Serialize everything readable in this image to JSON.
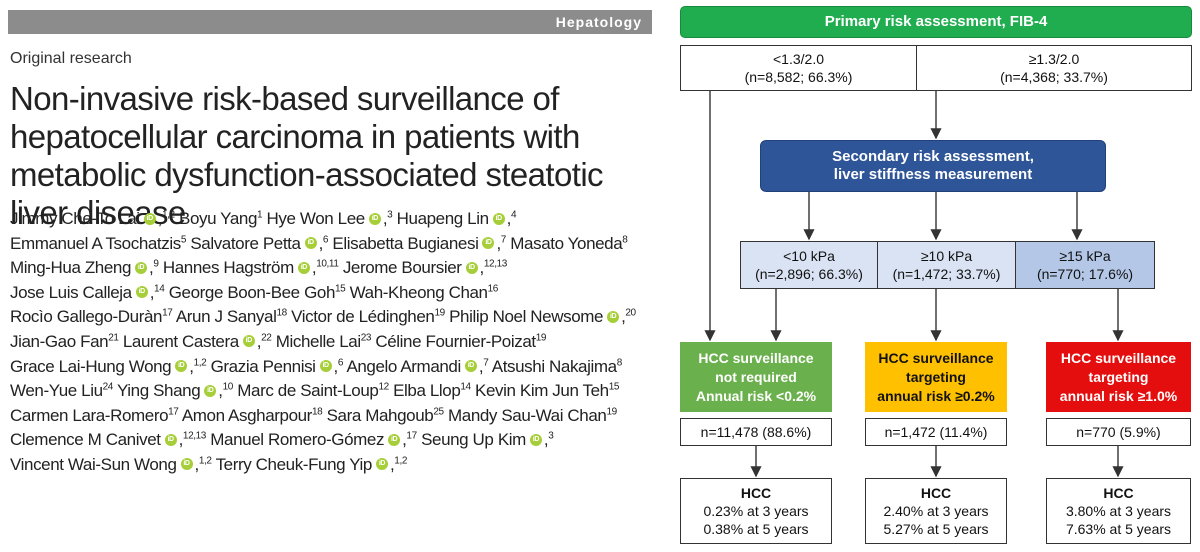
{
  "article": {
    "journal": "Hepatology",
    "type": "Original research",
    "title": "Non-invasive risk-based surveillance of hepatocellular carcinoma in patients with metabolic dysfunction-associated steatotic liver disease",
    "orcid_glyph": "iD",
    "authors": [
      {
        "name": "Jimmy Che-To Lai",
        "orcid": true,
        "aff": "1,2"
      },
      {
        "name": "Boyu Yang",
        "orcid": false,
        "aff": "1"
      },
      {
        "name": "Hye Won Lee",
        "orcid": true,
        "aff": "3"
      },
      {
        "name": "Huapeng Lin",
        "orcid": true,
        "aff": "4"
      },
      {
        "name": "Emmanuel A Tsochatzis",
        "orcid": false,
        "aff": "5"
      },
      {
        "name": "Salvatore Petta",
        "orcid": true,
        "aff": "6"
      },
      {
        "name": "Elisabetta Bugianesi",
        "orcid": true,
        "aff": "7"
      },
      {
        "name": "Masato Yoneda",
        "orcid": false,
        "aff": "8"
      },
      {
        "name": "Ming-Hua Zheng",
        "orcid": true,
        "aff": "9"
      },
      {
        "name": "Hannes Hagström",
        "orcid": true,
        "aff": "10,11"
      },
      {
        "name": "Jerome Boursier",
        "orcid": true,
        "aff": "12,13"
      },
      {
        "name": "Jose Luis Calleja",
        "orcid": true,
        "aff": "14"
      },
      {
        "name": "George Boon-Bee Goh",
        "orcid": false,
        "aff": "15"
      },
      {
        "name": "Wah-Kheong Chan",
        "orcid": false,
        "aff": "16"
      },
      {
        "name": "Rocìo Gallego-Duràn",
        "orcid": false,
        "aff": "17"
      },
      {
        "name": "Arun J Sanyal",
        "orcid": false,
        "aff": "18"
      },
      {
        "name": "Victor de Lédinghen",
        "orcid": false,
        "aff": "19"
      },
      {
        "name": "Philip Noel Newsome",
        "orcid": true,
        "aff": "20"
      },
      {
        "name": "Jian-Gao Fan",
        "orcid": false,
        "aff": "21"
      },
      {
        "name": "Laurent Castera",
        "orcid": true,
        "aff": "22"
      },
      {
        "name": "Michelle Lai",
        "orcid": false,
        "aff": "23"
      },
      {
        "name": "Céline Fournier-Poizat",
        "orcid": false,
        "aff": "19"
      },
      {
        "name": "Grace Lai-Hung Wong",
        "orcid": true,
        "aff": "1,2"
      },
      {
        "name": "Grazia Pennisi",
        "orcid": true,
        "aff": "6"
      },
      {
        "name": "Angelo Armandi",
        "orcid": true,
        "aff": "7"
      },
      {
        "name": "Atsushi Nakajima",
        "orcid": false,
        "aff": "8"
      },
      {
        "name": "Wen-Yue Liu",
        "orcid": false,
        "aff": "24"
      },
      {
        "name": "Ying Shang",
        "orcid": true,
        "aff": "10"
      },
      {
        "name": "Marc de Saint-Loup",
        "orcid": false,
        "aff": "12"
      },
      {
        "name": "Elba Llop",
        "orcid": false,
        "aff": "14"
      },
      {
        "name": "Kevin Kim Jun Teh",
        "orcid": false,
        "aff": "15"
      },
      {
        "name": "Carmen Lara-Romero",
        "orcid": false,
        "aff": "17"
      },
      {
        "name": "Amon Asgharpour",
        "orcid": false,
        "aff": "18"
      },
      {
        "name": "Sara Mahgoub",
        "orcid": false,
        "aff": "25"
      },
      {
        "name": "Mandy Sau-Wai Chan",
        "orcid": false,
        "aff": "19"
      },
      {
        "name": "Clemence M Canivet",
        "orcid": true,
        "aff": "12,13"
      },
      {
        "name": "Manuel Romero-Gómez",
        "orcid": true,
        "aff": "17"
      },
      {
        "name": "Seung Up Kim",
        "orcid": true,
        "aff": "3"
      },
      {
        "name": "Vincent Wai-Sun Wong",
        "orcid": true,
        "aff": "1,2"
      },
      {
        "name": "Terry Cheuk-Fung Yip",
        "orcid": true,
        "aff": "1,2"
      }
    ]
  },
  "flowchart": {
    "primary": "Primary risk assessment, FIB-4",
    "fib4_low": {
      "label": "<1.3/2.0",
      "n": "(n=8,582; 66.3%)"
    },
    "fib4_high": {
      "label": "≥1.3/2.0",
      "n": "(n=4,368; 33.7%)"
    },
    "secondary": {
      "line1": "Secondary risk assessment,",
      "line2": "liver stiffness measurement"
    },
    "lsm": [
      {
        "label": "<10 kPa",
        "n": "(n=2,896; 66.3%)"
      },
      {
        "label": "≥10 kPa",
        "n": "(n=1,472; 33.7%)"
      },
      {
        "label": "≥15 kPa",
        "n": "(n=770; 17.6%)"
      }
    ],
    "outcomes": [
      {
        "line1": "HCC surveillance",
        "line2": "not required",
        "line3": "Annual risk <0.2%",
        "n": "n=11,478 (88.6%)",
        "hcc_title": "HCC",
        "hcc_3y": "0.23% at 3 years",
        "hcc_5y": "0.38% at 5 years",
        "color": "#6ab04c"
      },
      {
        "line1": "HCC surveillance",
        "line2": "targeting",
        "line3": "annual risk ≥0.2%",
        "n": "n=1,472 (11.4%)",
        "hcc_title": "HCC",
        "hcc_3y": "2.40% at 3 years",
        "hcc_5y": "5.27% at 5 years",
        "color": "#ffc000"
      },
      {
        "line1": "HCC surveillance",
        "line2": "targeting",
        "line3": "annual risk ≥1.0%",
        "n": "n=770 (5.9%)",
        "hcc_title": "HCC",
        "hcc_3y": "3.80% at 3 years",
        "hcc_5y": "7.63% at 5 years",
        "color": "#e50e0e"
      }
    ],
    "colors": {
      "primary": "#1fad4f",
      "secondary": "#2e5597",
      "lsm_light": "#dae3f3",
      "lsm_dark": "#b4c7e7"
    }
  }
}
